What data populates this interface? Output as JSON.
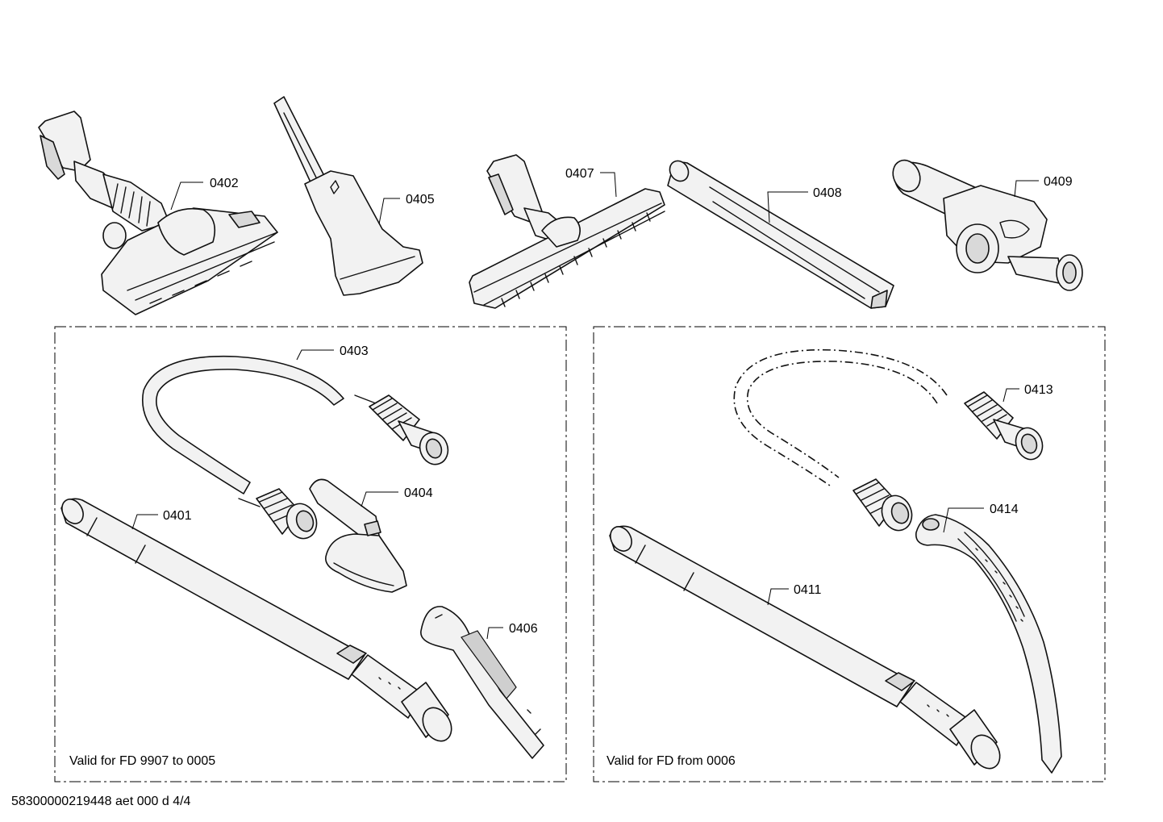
{
  "parts": {
    "p0402": "0402",
    "p0405": "0405",
    "p0407": "0407",
    "p0408": "0408",
    "p0409": "0409",
    "p0403": "0403",
    "p0404": "0404",
    "p0401": "0401",
    "p0406": "0406",
    "p0413": "0413",
    "p0414": "0414",
    "p0411": "0411"
  },
  "groups": {
    "left_validity": "Valid for FD 9907 to 0005",
    "right_validity": "Valid for FD from 0006"
  },
  "footer": {
    "document_id": "58300000219448 aet 000 d 4/4"
  }
}
